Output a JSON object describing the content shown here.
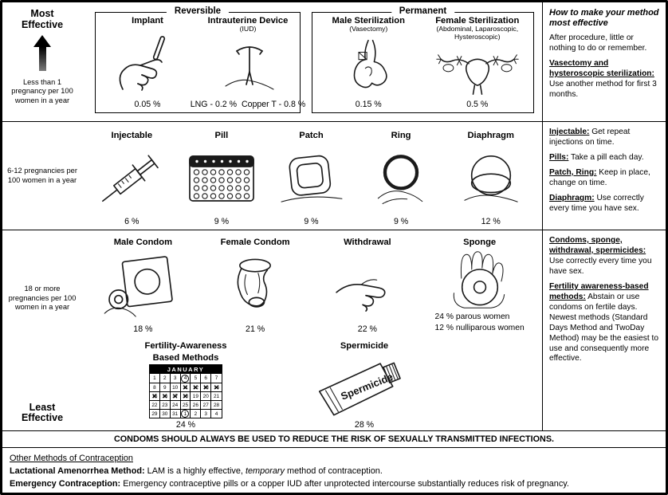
{
  "sidebar": {
    "most_effective": "Most Effective",
    "tier1_note": "Less than 1 pregnancy per 100 women in a year",
    "tier2_note": "6-12 pregnancies per 100 women in a year",
    "tier3_note": "18 or more pregnancies per 100 women in a year",
    "least_effective": "Least Effective"
  },
  "tier1": {
    "reversible": {
      "label": "Reversible",
      "implant": {
        "name": "Implant",
        "pct": "0.05 %"
      },
      "iud": {
        "name": "Intrauterine Device",
        "sub": "(IUD)",
        "pct": "LNG - 0.2 %  Copper T - 0.8 %"
      }
    },
    "permanent": {
      "label": "Permanent",
      "male_sterilization": {
        "name": "Male Sterilization",
        "sub": "(Vasectomy)",
        "pct": "0.15 %"
      },
      "female_sterilization": {
        "name": "Female Sterilization",
        "sub": "(Abdominal, Laparoscopic, Hysteroscopic)",
        "pct": "0.5 %"
      }
    }
  },
  "tier2": {
    "injectable": {
      "name": "Injectable",
      "pct": "6 %"
    },
    "pill": {
      "name": "Pill",
      "pct": "9 %"
    },
    "patch": {
      "name": "Patch",
      "pct": "9 %"
    },
    "ring": {
      "name": "Ring",
      "pct": "9 %"
    },
    "diaphragm": {
      "name": "Diaphragm",
      "pct": "12 %"
    }
  },
  "tier3": {
    "male_condom": {
      "name": "Male Condom",
      "pct": "18 %"
    },
    "female_condom": {
      "name": "Female Condom",
      "pct": "21 %"
    },
    "withdrawal": {
      "name": "Withdrawal",
      "pct": "22 %"
    },
    "sponge": {
      "name": "Sponge",
      "pct_parous": "24 % parous women",
      "pct_nulliparous": "12 % nulliparous women"
    }
  },
  "tier4": {
    "fab": {
      "name_line1": "Fertility-Awareness",
      "name_line2": "Based Methods",
      "pct": "24 %"
    },
    "spermicide": {
      "name": "Spermicide",
      "tube_label": "Spermicide",
      "pct": "28 %"
    }
  },
  "calendar": {
    "month": "JANUARY",
    "cells": [
      {
        "d": "1"
      },
      {
        "d": "2"
      },
      {
        "d": "3"
      },
      {
        "d": "4",
        "m": "o"
      },
      {
        "d": "5"
      },
      {
        "d": "6"
      },
      {
        "d": "7"
      },
      {
        "d": "8"
      },
      {
        "d": "9"
      },
      {
        "d": "10"
      },
      {
        "d": "11",
        "m": "x"
      },
      {
        "d": "12",
        "m": "x"
      },
      {
        "d": "13",
        "m": "x"
      },
      {
        "d": "14",
        "m": "x"
      },
      {
        "d": "15",
        "m": "x"
      },
      {
        "d": "16",
        "m": "x"
      },
      {
        "d": "17",
        "m": "x"
      },
      {
        "d": "18",
        "m": "x"
      },
      {
        "d": "19"
      },
      {
        "d": "20"
      },
      {
        "d": "21"
      },
      {
        "d": "22"
      },
      {
        "d": "23"
      },
      {
        "d": "24"
      },
      {
        "d": "25"
      },
      {
        "d": "26"
      },
      {
        "d": "27"
      },
      {
        "d": "28"
      },
      {
        "d": "29"
      },
      {
        "d": "30"
      },
      {
        "d": "31"
      },
      {
        "d": "1",
        "m": "o"
      },
      {
        "d": "2"
      },
      {
        "d": "3"
      },
      {
        "d": "4"
      }
    ]
  },
  "right_panel": {
    "title": "How to make your method most effective",
    "after_procedure": "After procedure, little or nothing to do or remember.",
    "vasectomy": {
      "lead": "Vasectomy and hysteroscopic sterilization:",
      "text": " Use another method for first 3 months."
    },
    "injectable": {
      "lead": "Injectable:",
      "text": " Get repeat injections on time."
    },
    "pills": {
      "lead": "Pills:",
      "text": " Take a pill each day."
    },
    "patch_ring": {
      "lead": "Patch, Ring:",
      "text": " Keep in place, change on time."
    },
    "diaphragm": {
      "lead": "Diaphragm:",
      "text": " Use correctly every time you have sex."
    },
    "condoms": {
      "lead": "Condoms, sponge, withdrawal, spermicides:",
      "text": " Use correctly every time you have sex."
    },
    "fab": {
      "lead": "Fertility awareness-based methods:",
      "text": " Abstain or use condoms on fertile days. Newest methods (Standard Days Method and TwoDay Method) may be the easiest to use and consequently more effective."
    }
  },
  "banner": "CONDOMS SHOULD ALWAYS BE USED TO REDUCE THE RISK OF SEXUALLY TRANSMITTED INFECTIONS.",
  "footer": {
    "other_methods": "Other Methods of Contraception",
    "lam": {
      "lead": "Lactational Amenorrhea Method:",
      "text1": " LAM is a highly effective, ",
      "italic": "temporary",
      "text2": " method of contraception."
    },
    "ec": {
      "lead": "Emergency Contraception:",
      "text": " Emergency contraceptive pills or a copper IUD after unprotected intercourse substantially reduces risk of pregnancy."
    }
  }
}
